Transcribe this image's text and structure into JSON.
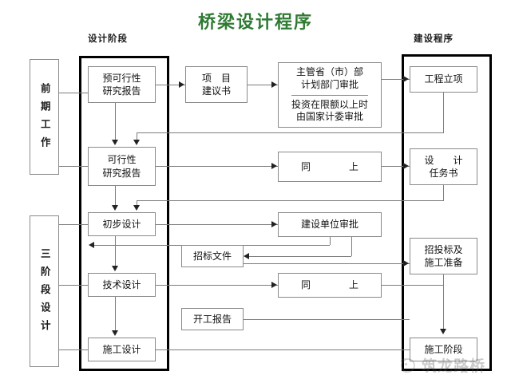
{
  "title": "桥梁设计程序",
  "accent_color": "#2f7a33",
  "columns": {
    "design_stage_header": "设计阶段",
    "construction_procedure_header": "建设程序"
  },
  "stage_labels": [
    {
      "id": "early-work",
      "text": "前期工作"
    },
    {
      "id": "three-stage-design",
      "text": "三阶段设计"
    }
  ],
  "design_column_boxes": [
    {
      "id": "pre-feasibility",
      "text": "预可行性\n研究报告"
    },
    {
      "id": "feasibility",
      "text": "可行性\n研究报告"
    },
    {
      "id": "preliminary-design",
      "text": "初步设计"
    },
    {
      "id": "technical-design",
      "text": "技术设计"
    },
    {
      "id": "construction-design",
      "text": "施工设计"
    }
  ],
  "middle_column_boxes": [
    {
      "id": "project-proposal",
      "text": "项　目\n建议书"
    },
    {
      "id": "competent-authority-approval",
      "line_top": "主管省（市）部\n计划部门审批",
      "line_bottom": "投资在限额以上时\n由国家计委审批"
    },
    {
      "id": "same-as-above-1",
      "text": "同　　　　上"
    },
    {
      "id": "construction-unit-approval",
      "text": "建设单位审批"
    },
    {
      "id": "bidding-documents",
      "text": "招标文件"
    },
    {
      "id": "same-as-above-2",
      "text": "同　　　　上"
    },
    {
      "id": "commencement-report",
      "text": "开工报告"
    }
  ],
  "construction_column_boxes": [
    {
      "id": "project-initiation",
      "text": "工程立项"
    },
    {
      "id": "design-assignment",
      "text": "设　　计\n任务书"
    },
    {
      "id": "bidding-and-preparation",
      "text": "招投标及\n施工准备"
    },
    {
      "id": "construction-phase",
      "text": "施工阶段"
    }
  ],
  "watermark": {
    "text": "筑龙路桥"
  }
}
